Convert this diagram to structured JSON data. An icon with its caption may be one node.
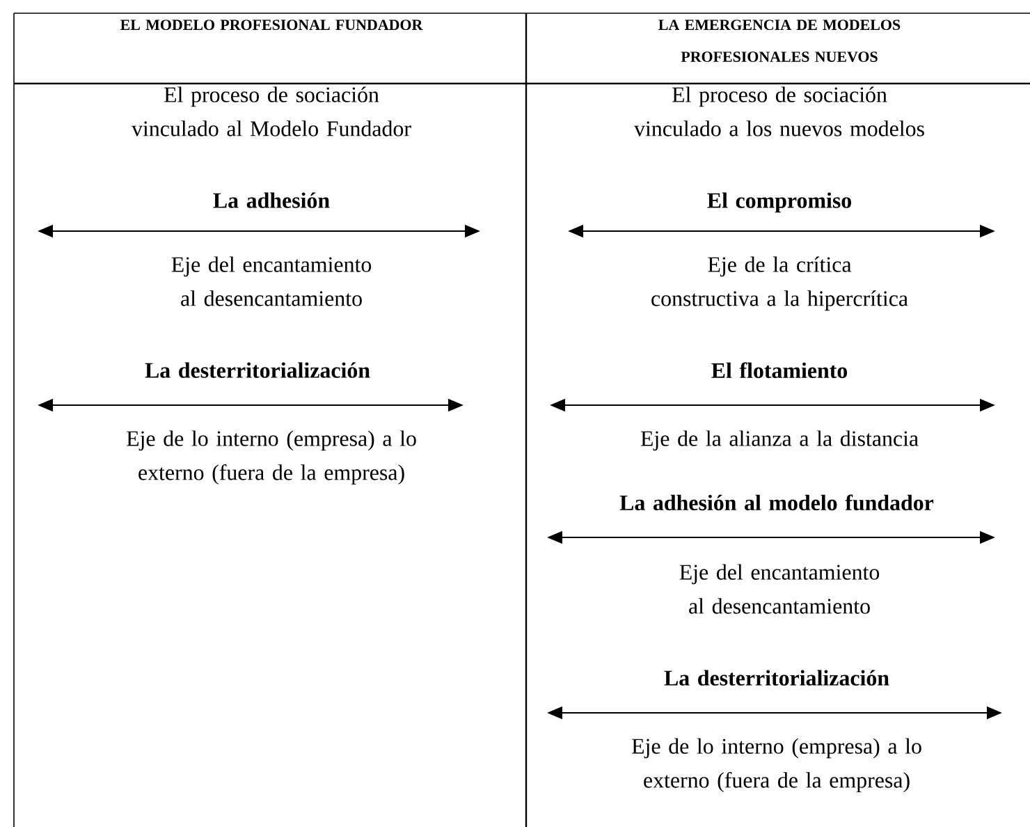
{
  "diagram": {
    "labels": [
      "EL MODELO PROFESIONAL FUNDADOR",
      "LA EMERGENCIA DE MODELOS PROFESIONALES NUEVOS",
      "El proceso de sociación vinculado al Modelo Fundador",
      "El proceso de sociación vinculado a los nuevos modelos",
      "La adhesión",
      "El compromiso",
      "Eje del encantamiento al desencantamiento",
      "Eje de la crítica constructiva a la hipercrítica",
      "La desterritorialización",
      "El flotamiento",
      "Eje de lo interno (empresa) a lo externo (fuera de la empresa)",
      "Eje de la alianza a la distancia",
      "La adhesión al modelo fundador",
      "Eje del encantamiento al desencantamiento",
      "La desterritorialización",
      "Eje de lo interno (empresa) a lo externo (fuera de la empresa)"
    ]
  }
}
